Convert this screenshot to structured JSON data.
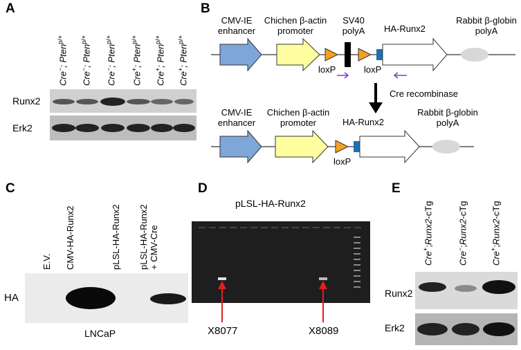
{
  "panel_a": {
    "letter": "A",
    "lanes": [
      {
        "genotype": "Cre",
        "sign": "−",
        "suffix": "; Pten",
        "sup": "p/+"
      },
      {
        "genotype": "Cre",
        "sign": "−",
        "suffix": "; Pten",
        "sup": "p/+"
      },
      {
        "genotype": "Cre",
        "sign": "−",
        "suffix": "; Pten",
        "sup": "p/+"
      },
      {
        "genotype": "Cre",
        "sign": "+",
        "suffix": "; Pten",
        "sup": "p/+"
      },
      {
        "genotype": "Cre",
        "sign": "+",
        "suffix": "; Pten",
        "sup": "p/+"
      },
      {
        "genotype": "Cre",
        "sign": "+",
        "suffix": "; Pten",
        "sup": "p/+"
      }
    ],
    "row1_label": "Runx2",
    "row2_label": "Erk2"
  },
  "panel_b": {
    "letter": "B",
    "top": {
      "cmv": "CMV-IE\nenhancer",
      "actin": "Chichen β-actin\npromoter",
      "sv40": "SV40\npolyA",
      "ha": "HA-Runx2",
      "rabbit": "Rabbit β-globin\npolyA",
      "loxp1": "loxP",
      "loxp2": "loxP"
    },
    "cre_label": "Cre recombinase",
    "bottom": {
      "cmv": "CMV-IE\nenhancer",
      "actin": "Chichen β-actin\npromoter",
      "ha": "HA-Runx2",
      "rabbit": "Rabbit β-globin\npolyA",
      "loxp": "loxP"
    },
    "colors": {
      "cmv": "#7ea6d8",
      "actin": "#ffffa0",
      "loxp": "#f5a020",
      "sv40": "#000000",
      "ha": "#1f6fb5",
      "polyA": "#d8d8d8",
      "primer": "#7a3fd0"
    }
  },
  "panel_c": {
    "letter": "C",
    "lanes": [
      "E.V.",
      "CMV-HA-Runx2",
      "pLSL-HA-Runx2",
      "pLSL-HA-Runx2\n+ CMV-Cre"
    ],
    "row_label": "HA",
    "cell_line": "LNCaP"
  },
  "panel_d": {
    "letter": "D",
    "title": "pLSL-HA-Runx2",
    "arrow1": "X8077",
    "arrow2": "X8089",
    "arrow_color": "#e02020"
  },
  "panel_e": {
    "letter": "E",
    "lanes": [
      {
        "genotype": "Cre",
        "sign": "+",
        "suffix": ";",
        "gene": "Runx2",
        "tail": "-cTg"
      },
      {
        "genotype": "Cre",
        "sign": "−",
        "suffix": ";",
        "gene": "Runx2",
        "tail": "-cTg"
      },
      {
        "genotype": "Cre",
        "sign": "+",
        "suffix": ";",
        "gene": "Runx2",
        "tail": "-cTg"
      }
    ],
    "row1_label": "Runx2",
    "row2_label": "Erk2"
  }
}
